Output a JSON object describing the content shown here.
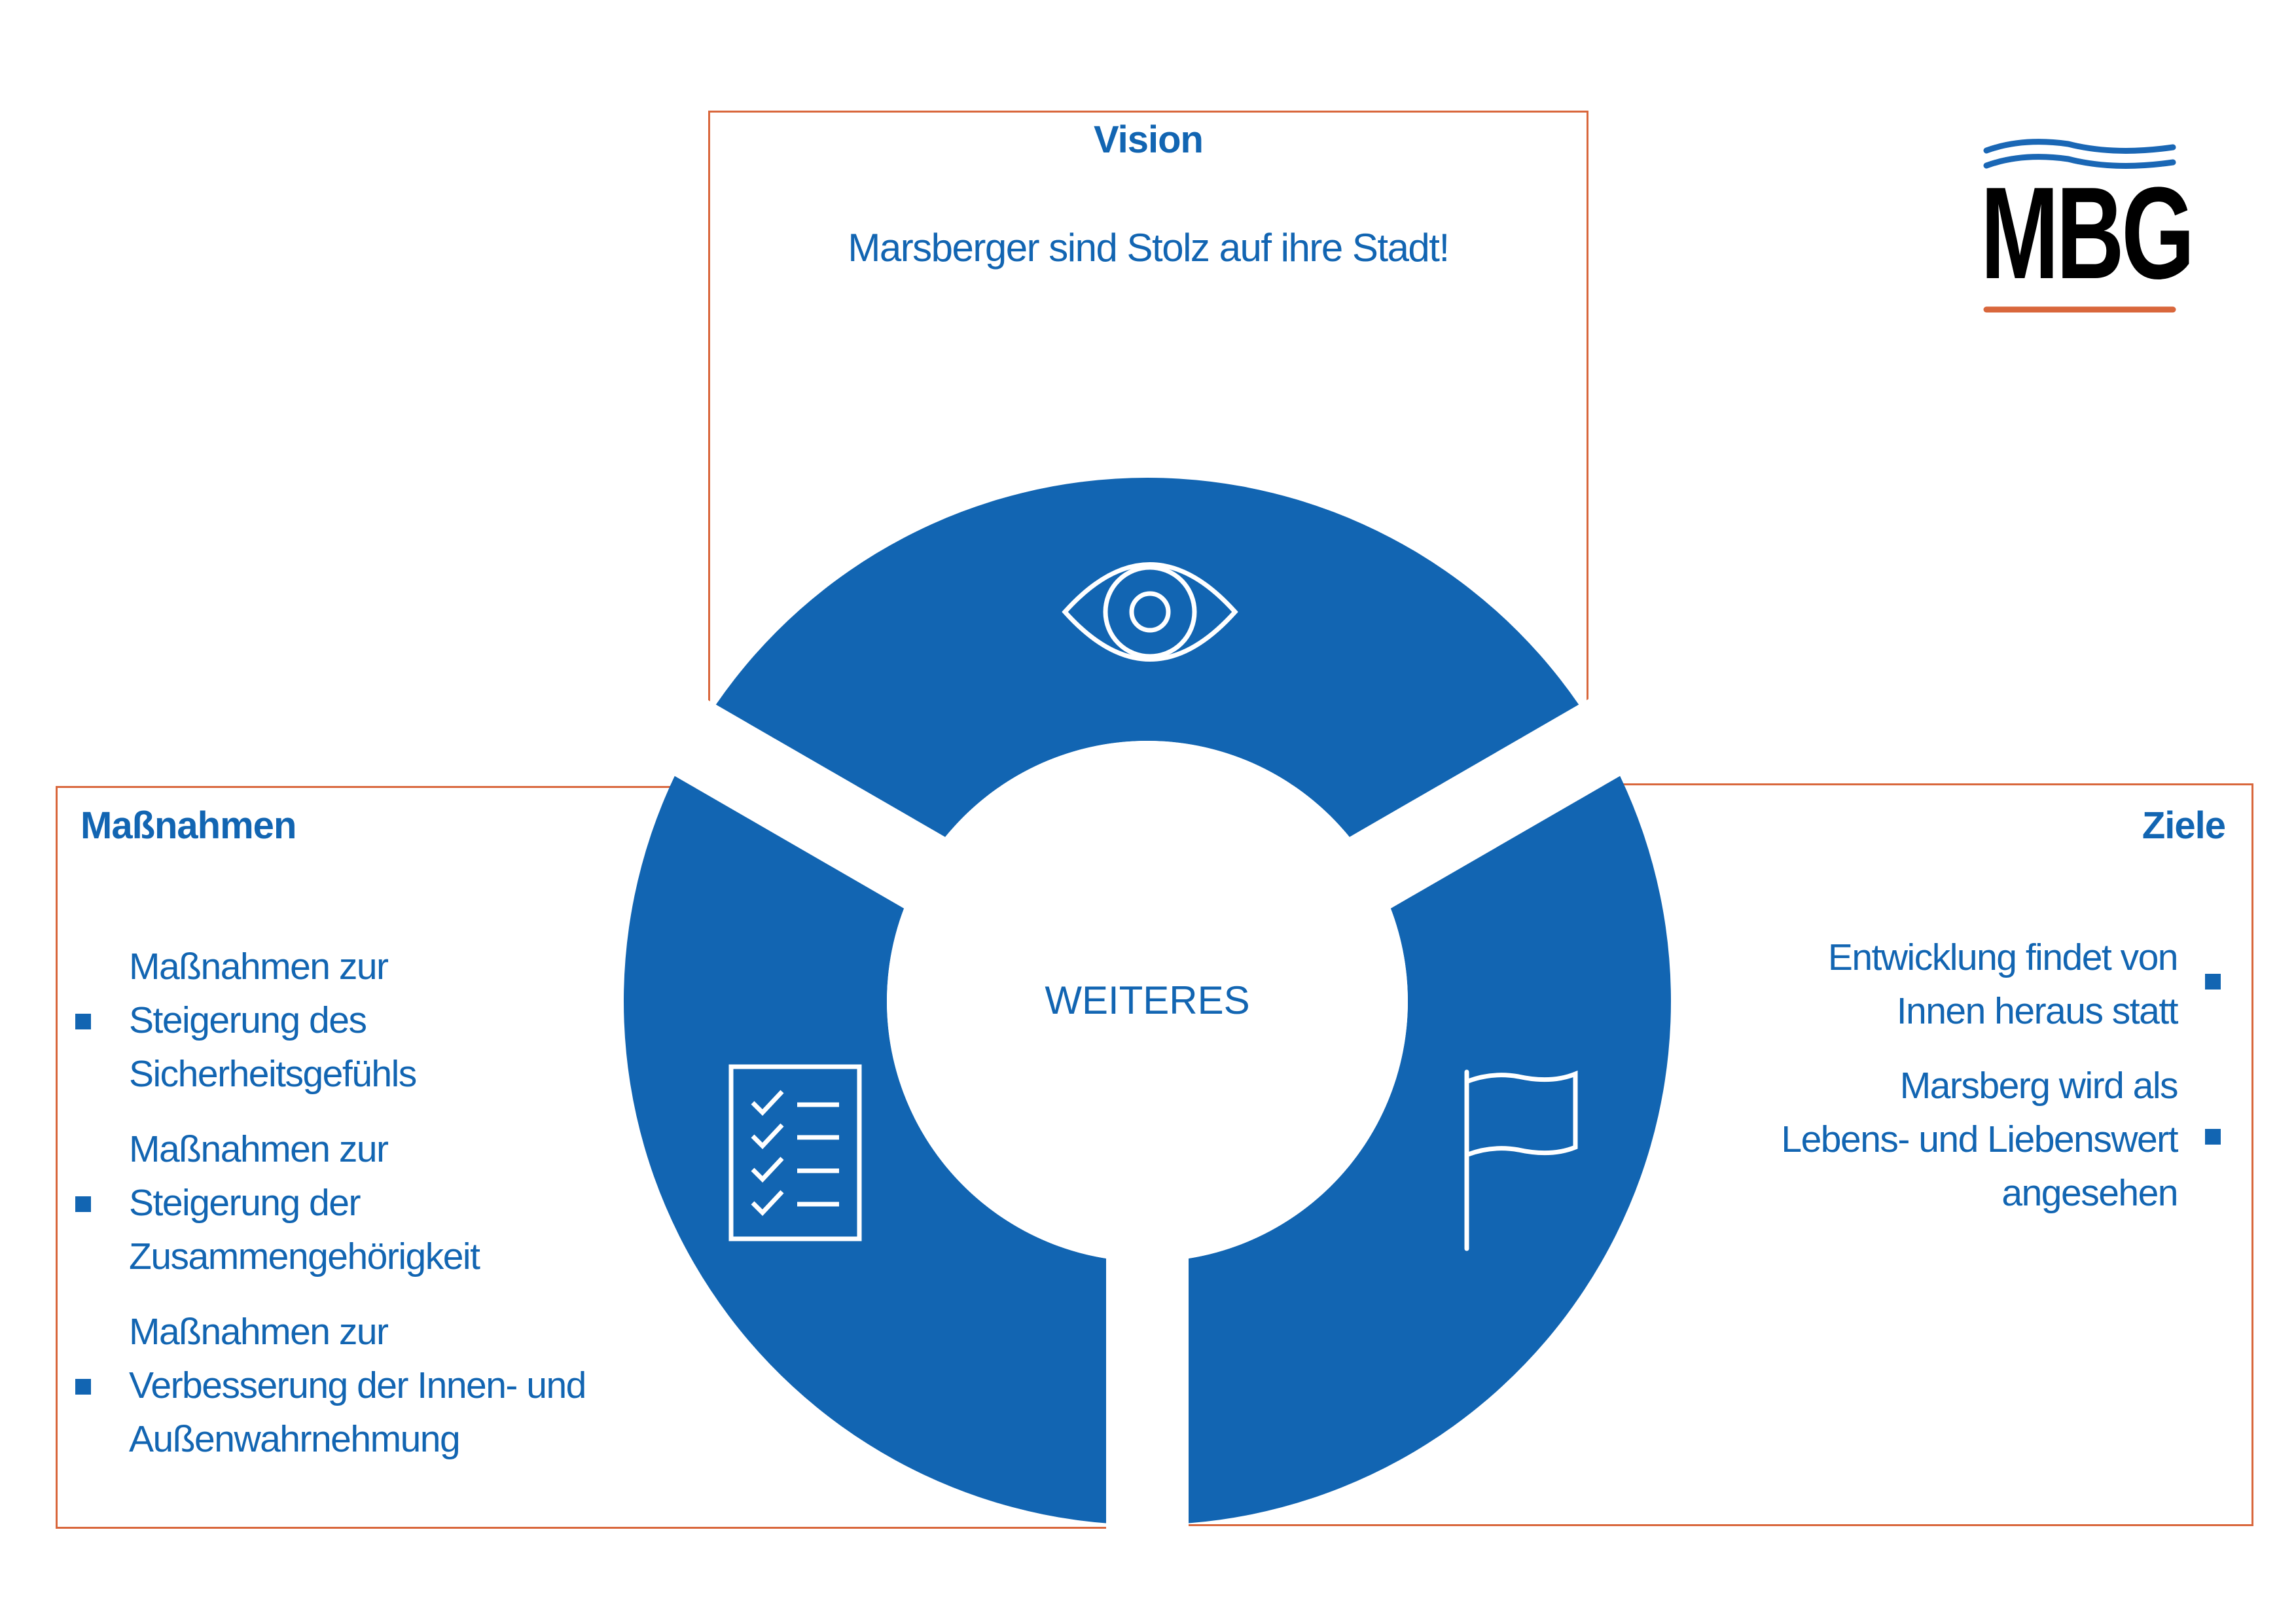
{
  "colors": {
    "primary_blue": "#1265b2",
    "accent_orange": "#d9673c",
    "background": "#ffffff",
    "logo_text": "#000000"
  },
  "logo": {
    "text": "MBG",
    "wave_icon": "wave-lines-icon",
    "underline_color": "#d9673c"
  },
  "vision": {
    "title": "Vision",
    "text": "Marsberger sind Stolz auf ihre Stadt!",
    "icon": "eye-icon"
  },
  "massnahmen": {
    "title": "Maßnahmen",
    "icon": "checklist-icon",
    "items": [
      {
        "lines": [
          "Maßnahmen zur",
          "Steigerung des",
          "Sicherheitsgefühls"
        ]
      },
      {
        "lines": [
          "Maßnahmen zur",
          "Steigerung der",
          "Zusammengehörigkeit"
        ]
      },
      {
        "lines": [
          "Maßnahmen zur",
          "Verbesserung der Innen- und",
          "Außenwahrnehmung"
        ]
      }
    ]
  },
  "ziele": {
    "title": "Ziele",
    "icon": "flag-icon",
    "items": [
      {
        "lines": [
          "Entwicklung findet von",
          "Innen heraus statt"
        ]
      },
      {
        "lines": [
          "Marsberg wird als",
          "Lebens- und Liebenswert",
          "angesehen"
        ]
      }
    ]
  },
  "center": {
    "label": "WEITERES"
  }
}
